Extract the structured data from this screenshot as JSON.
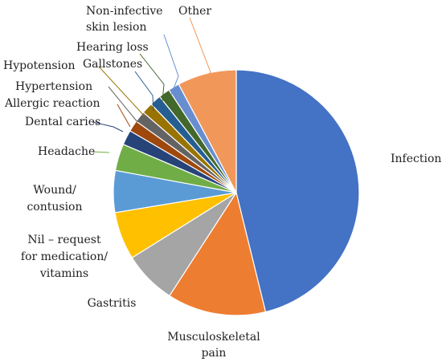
{
  "chart_data": {
    "type": "pie",
    "title": "",
    "legend": "none",
    "slices": [
      {
        "label": "Infection",
        "value": 47.0,
        "color": "#4472C4"
      },
      {
        "label": "Musculoskeletal pain",
        "value": 13.2,
        "color": "#ED7D31"
      },
      {
        "label": "Gastritis",
        "value": 7.1,
        "color": "#A5A5A5"
      },
      {
        "label": "Nil – request for medication/ vitamins",
        "value": 6.4,
        "color": "#FFC000"
      },
      {
        "label": "Wound/ contusion",
        "value": 5.6,
        "color": "#5B9BD5"
      },
      {
        "label": "Headache",
        "value": 3.6,
        "color": "#70AD47"
      },
      {
        "label": "Dental caries",
        "value": 2.0,
        "color": "#264478"
      },
      {
        "label": "Allergic reaction",
        "value": 1.5,
        "color": "#9E480E"
      },
      {
        "label": "Hypertension",
        "value": 1.5,
        "color": "#636363"
      },
      {
        "label": "Hypotension",
        "value": 1.5,
        "color": "#997300"
      },
      {
        "label": "Gallstones",
        "value": 1.5,
        "color": "#255E91"
      },
      {
        "label": "Hearing loss",
        "value": 1.5,
        "color": "#43682B"
      },
      {
        "label": "Non-infective skin lesion",
        "value": 1.5,
        "color": "#698ED0"
      },
      {
        "label": "Other",
        "value": 7.9,
        "color": "#F1975A"
      }
    ]
  }
}
